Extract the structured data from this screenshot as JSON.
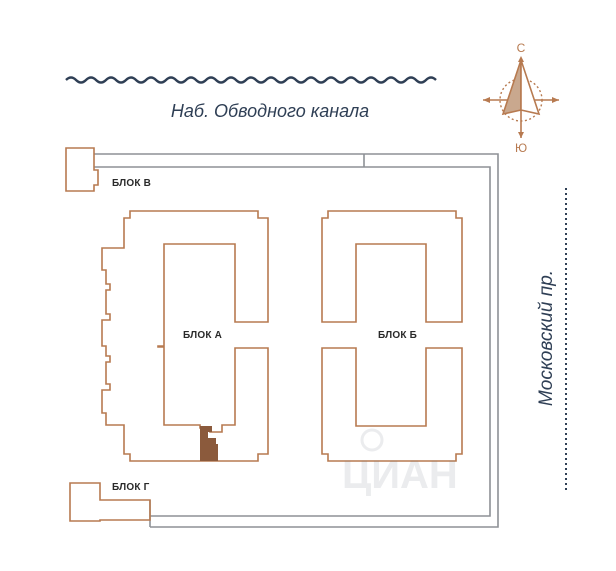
{
  "map": {
    "embankment_label": "Наб. Обводного канала",
    "avenue_label": "Московский пр.",
    "blocks": {
      "a": "БЛОК А",
      "b": "БЛОК Б",
      "v": "БЛОК В",
      "g": "БЛОК Г"
    },
    "compass": {
      "north": "С",
      "south": "Ю"
    },
    "watermark_text": "ЦИАН"
  },
  "colors": {
    "building_outline": "#b77a50",
    "building_fill": "#8b5a3c",
    "boundary": "#8e9196",
    "water": "#2f3f55",
    "street_text": "#2f3f55",
    "compass": "#b77a50",
    "compass_fill": "#c9a88e"
  },
  "icons": [
    "wave-icon",
    "compass-icon"
  ]
}
